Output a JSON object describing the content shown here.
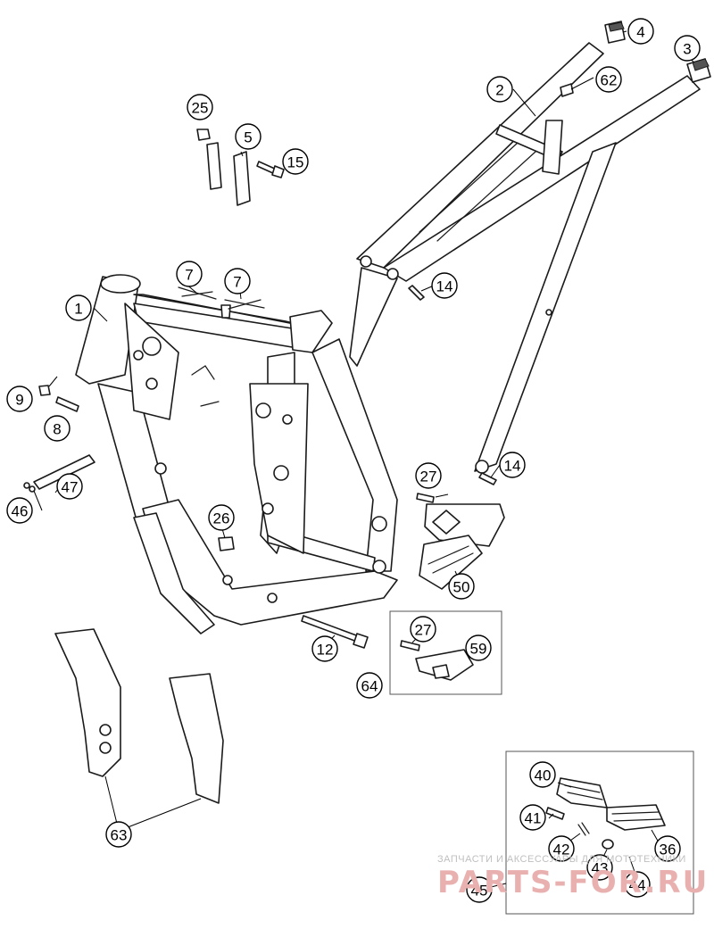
{
  "diagram": {
    "type": "exploded-parts-diagram",
    "callouts": [
      {
        "id": "c1",
        "label": "1"
      },
      {
        "id": "c2",
        "label": "2"
      },
      {
        "id": "c3",
        "label": "3"
      },
      {
        "id": "c4",
        "label": "4"
      },
      {
        "id": "c5",
        "label": "5"
      },
      {
        "id": "c7a",
        "label": "7"
      },
      {
        "id": "c7b",
        "label": "7"
      },
      {
        "id": "c8",
        "label": "8"
      },
      {
        "id": "c9",
        "label": "9"
      },
      {
        "id": "c12",
        "label": "12"
      },
      {
        "id": "c14a",
        "label": "14"
      },
      {
        "id": "c14b",
        "label": "14"
      },
      {
        "id": "c15",
        "label": "15"
      },
      {
        "id": "c25",
        "label": "25"
      },
      {
        "id": "c26",
        "label": "26"
      },
      {
        "id": "c27a",
        "label": "27"
      },
      {
        "id": "c27b",
        "label": "27"
      },
      {
        "id": "c36",
        "label": "36"
      },
      {
        "id": "c40",
        "label": "40"
      },
      {
        "id": "c41",
        "label": "41"
      },
      {
        "id": "c42",
        "label": "42"
      },
      {
        "id": "c43",
        "label": "43"
      },
      {
        "id": "c44",
        "label": "44"
      },
      {
        "id": "c45",
        "label": "45"
      },
      {
        "id": "c46",
        "label": "46"
      },
      {
        "id": "c47",
        "label": "47"
      },
      {
        "id": "c50",
        "label": "50"
      },
      {
        "id": "c59",
        "label": "59"
      },
      {
        "id": "c62",
        "label": "62"
      },
      {
        "id": "c63",
        "label": "63"
      },
      {
        "id": "c64",
        "label": "64"
      }
    ]
  },
  "watermark": {
    "caption": "ЗАПЧАСТИ И АКСЕССУАРЫ ДЛЯ МОТОТЕХНИКИ",
    "brand": "PARTS-FOR.RU",
    "color": "#e9b0b0"
  }
}
